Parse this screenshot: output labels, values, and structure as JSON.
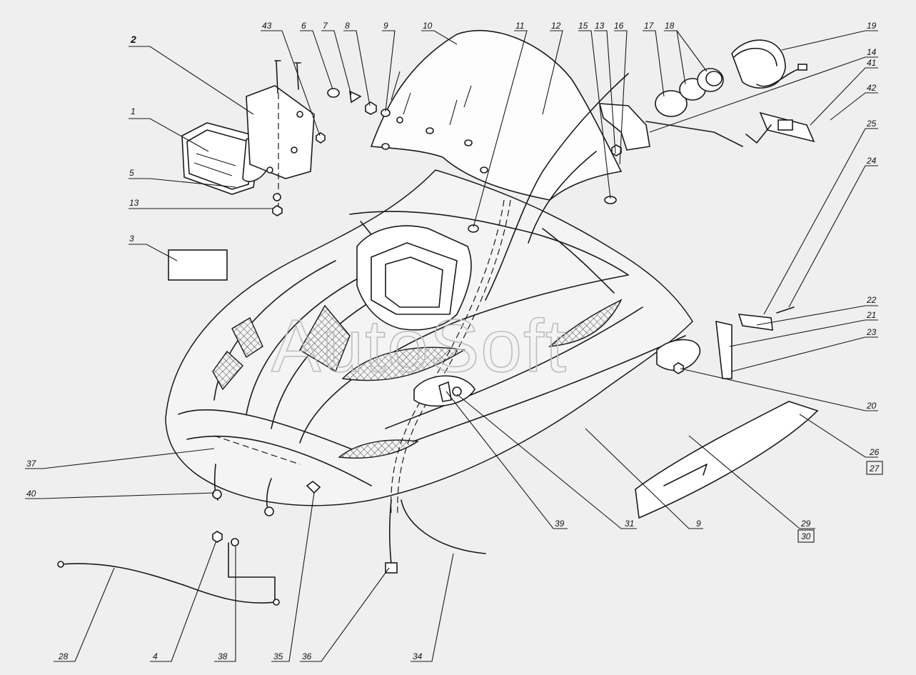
{
  "watermark": "AutoSoft",
  "colors": {
    "background": "#efefef",
    "ink": "#1a1a1a",
    "watermark": "#bdbdbd"
  },
  "callouts": [
    {
      "id": "c1",
      "text": "1"
    },
    {
      "id": "c2",
      "text": "2"
    },
    {
      "id": "c3",
      "text": "3"
    },
    {
      "id": "c5",
      "text": "5"
    },
    {
      "id": "c13a",
      "text": "13"
    },
    {
      "id": "c43",
      "text": "43"
    },
    {
      "id": "c6",
      "text": "6"
    },
    {
      "id": "c7",
      "text": "7"
    },
    {
      "id": "c8",
      "text": "8"
    },
    {
      "id": "c9a",
      "text": "9"
    },
    {
      "id": "c10",
      "text": "10"
    },
    {
      "id": "c11",
      "text": "11"
    },
    {
      "id": "c12",
      "text": "12"
    },
    {
      "id": "c15",
      "text": "15"
    },
    {
      "id": "c13b",
      "text": "13"
    },
    {
      "id": "c16",
      "text": "16"
    },
    {
      "id": "c17",
      "text": "17"
    },
    {
      "id": "c18",
      "text": "18"
    },
    {
      "id": "c19",
      "text": "19"
    },
    {
      "id": "c14",
      "text": "14"
    },
    {
      "id": "c41",
      "text": "41"
    },
    {
      "id": "c42",
      "text": "42"
    },
    {
      "id": "c25",
      "text": "25"
    },
    {
      "id": "c24",
      "text": "24"
    },
    {
      "id": "c22",
      "text": "22"
    },
    {
      "id": "c21",
      "text": "21"
    },
    {
      "id": "c23",
      "text": "23"
    },
    {
      "id": "c20",
      "text": "20"
    },
    {
      "id": "c26",
      "text": "26"
    },
    {
      "id": "c27",
      "text": "27"
    },
    {
      "id": "c29",
      "text": "29"
    },
    {
      "id": "c30",
      "text": "30"
    },
    {
      "id": "c9b",
      "text": "9"
    },
    {
      "id": "c31",
      "text": "31"
    },
    {
      "id": "c39",
      "text": "39"
    },
    {
      "id": "c37",
      "text": "37"
    },
    {
      "id": "c40",
      "text": "40"
    },
    {
      "id": "c28",
      "text": "28"
    },
    {
      "id": "c4",
      "text": "4"
    },
    {
      "id": "c38",
      "text": "38"
    },
    {
      "id": "c35",
      "text": "35"
    },
    {
      "id": "c36",
      "text": "36"
    },
    {
      "id": "c34",
      "text": "34"
    }
  ]
}
